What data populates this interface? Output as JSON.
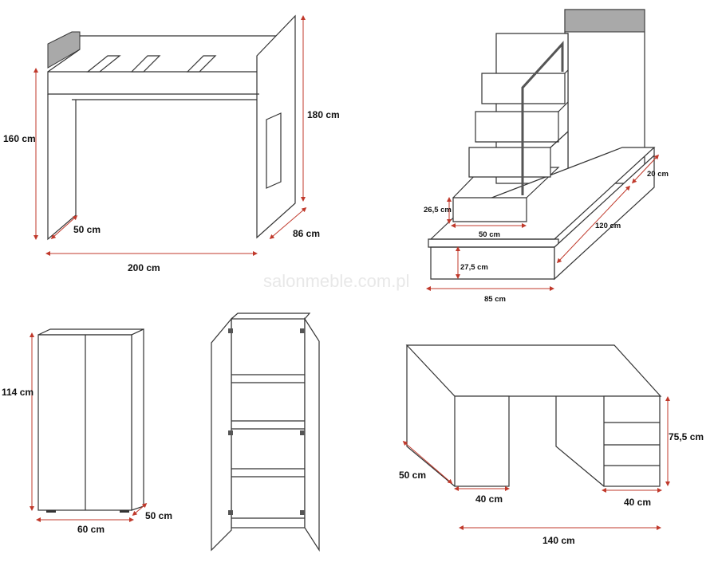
{
  "watermark": "salonmeble.com.pl",
  "colors": {
    "outline": "#333333",
    "dimension": "#c0392b",
    "headboard": "#a9a9a9"
  },
  "bed": {
    "height_total": "180 cm",
    "height_bed": "160 cm",
    "depth": "86 cm",
    "desk_depth": "50 cm",
    "length": "200 cm"
  },
  "stairs": {
    "step_height": "26,5 cm",
    "step_width": "50 cm",
    "base_height": "27,5 cm",
    "base_width": "85 cm",
    "base_length": "120 cm",
    "top_depth": "20 cm"
  },
  "wardrobe": {
    "height": "114 cm",
    "width": "60 cm",
    "depth": "50 cm"
  },
  "desk": {
    "height": "75,5 cm",
    "depth": "50 cm",
    "left_cabinet": "40 cm",
    "right_cabinet": "40 cm",
    "length": "140 cm"
  }
}
